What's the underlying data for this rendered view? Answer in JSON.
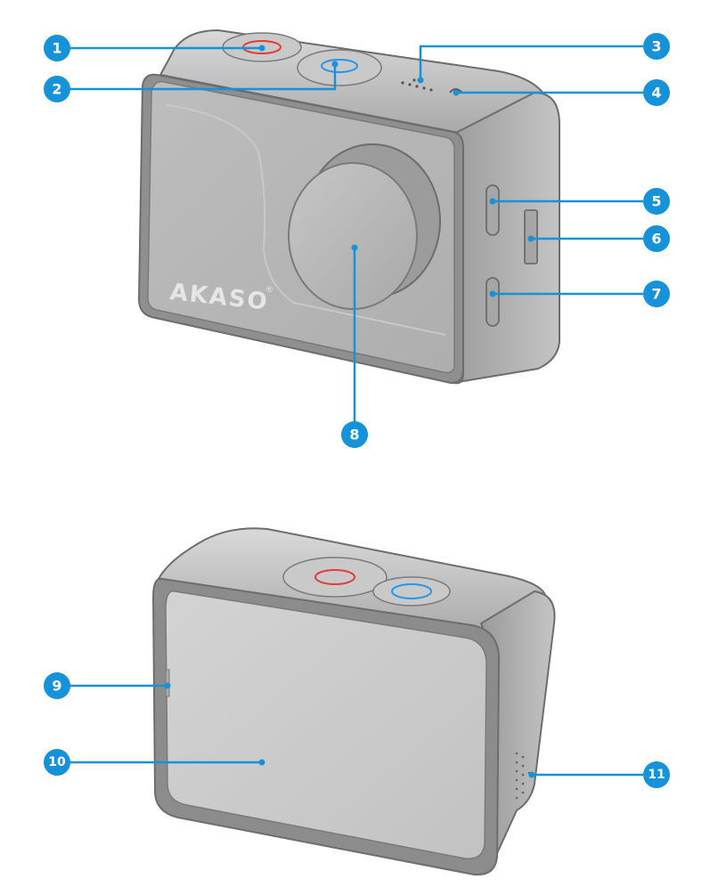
{
  "brand": {
    "logo_text": "AKASO",
    "logo_mark": "®"
  },
  "callouts": [
    {
      "number": "1",
      "part": "front-top-red-button"
    },
    {
      "number": "2",
      "part": "front-top-blue-button"
    },
    {
      "number": "3",
      "part": "microphone-holes"
    },
    {
      "number": "4",
      "part": "indicator-light"
    },
    {
      "number": "5",
      "part": "side-port-upper"
    },
    {
      "number": "6",
      "part": "side-slot"
    },
    {
      "number": "7",
      "part": "side-port-lower"
    },
    {
      "number": "8",
      "part": "lens"
    },
    {
      "number": "9",
      "part": "back-indicator-light"
    },
    {
      "number": "10",
      "part": "back-screen"
    },
    {
      "number": "11",
      "part": "speaker"
    }
  ],
  "colors": {
    "callout": "#1592d8",
    "body": "#b9b9b9",
    "body_dark": "#8c8c8c",
    "button_red": "#e53935",
    "button_blue": "#2196f3"
  }
}
